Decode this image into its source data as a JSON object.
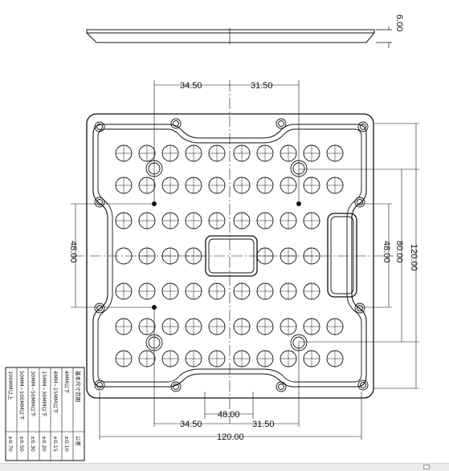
{
  "side_view": {
    "thickness_label": "6.00"
  },
  "dimensions": {
    "top_left_offset": "34.50",
    "top_right_offset": "31.50",
    "left_height": "48.00",
    "right_inner_height": "48.00",
    "right_mid_height": "80.00",
    "right_total_height": "120.00",
    "bottom_left_offset": "34.50",
    "bottom_center": "48.00",
    "bottom_right_offset": "31.50",
    "bottom_total_width": "120.00"
  },
  "tolerance_table": {
    "header": {
      "range": "基本尺寸范围",
      "tolerance": "公差"
    },
    "rows": [
      {
        "range": "4MM以下",
        "tolerance": "±0.10"
      },
      {
        "range": "4MM~15MM以下",
        "tolerance": "±0.15"
      },
      {
        "range": "15MM~30MM以下",
        "tolerance": "±0.20"
      },
      {
        "range": "30MM~50MM以下",
        "tolerance": "±0.30"
      },
      {
        "range": "50MM~100MM以下",
        "tolerance": "±0.50"
      },
      {
        "range": "100MM以上",
        "tolerance": "±0.70"
      }
    ]
  }
}
